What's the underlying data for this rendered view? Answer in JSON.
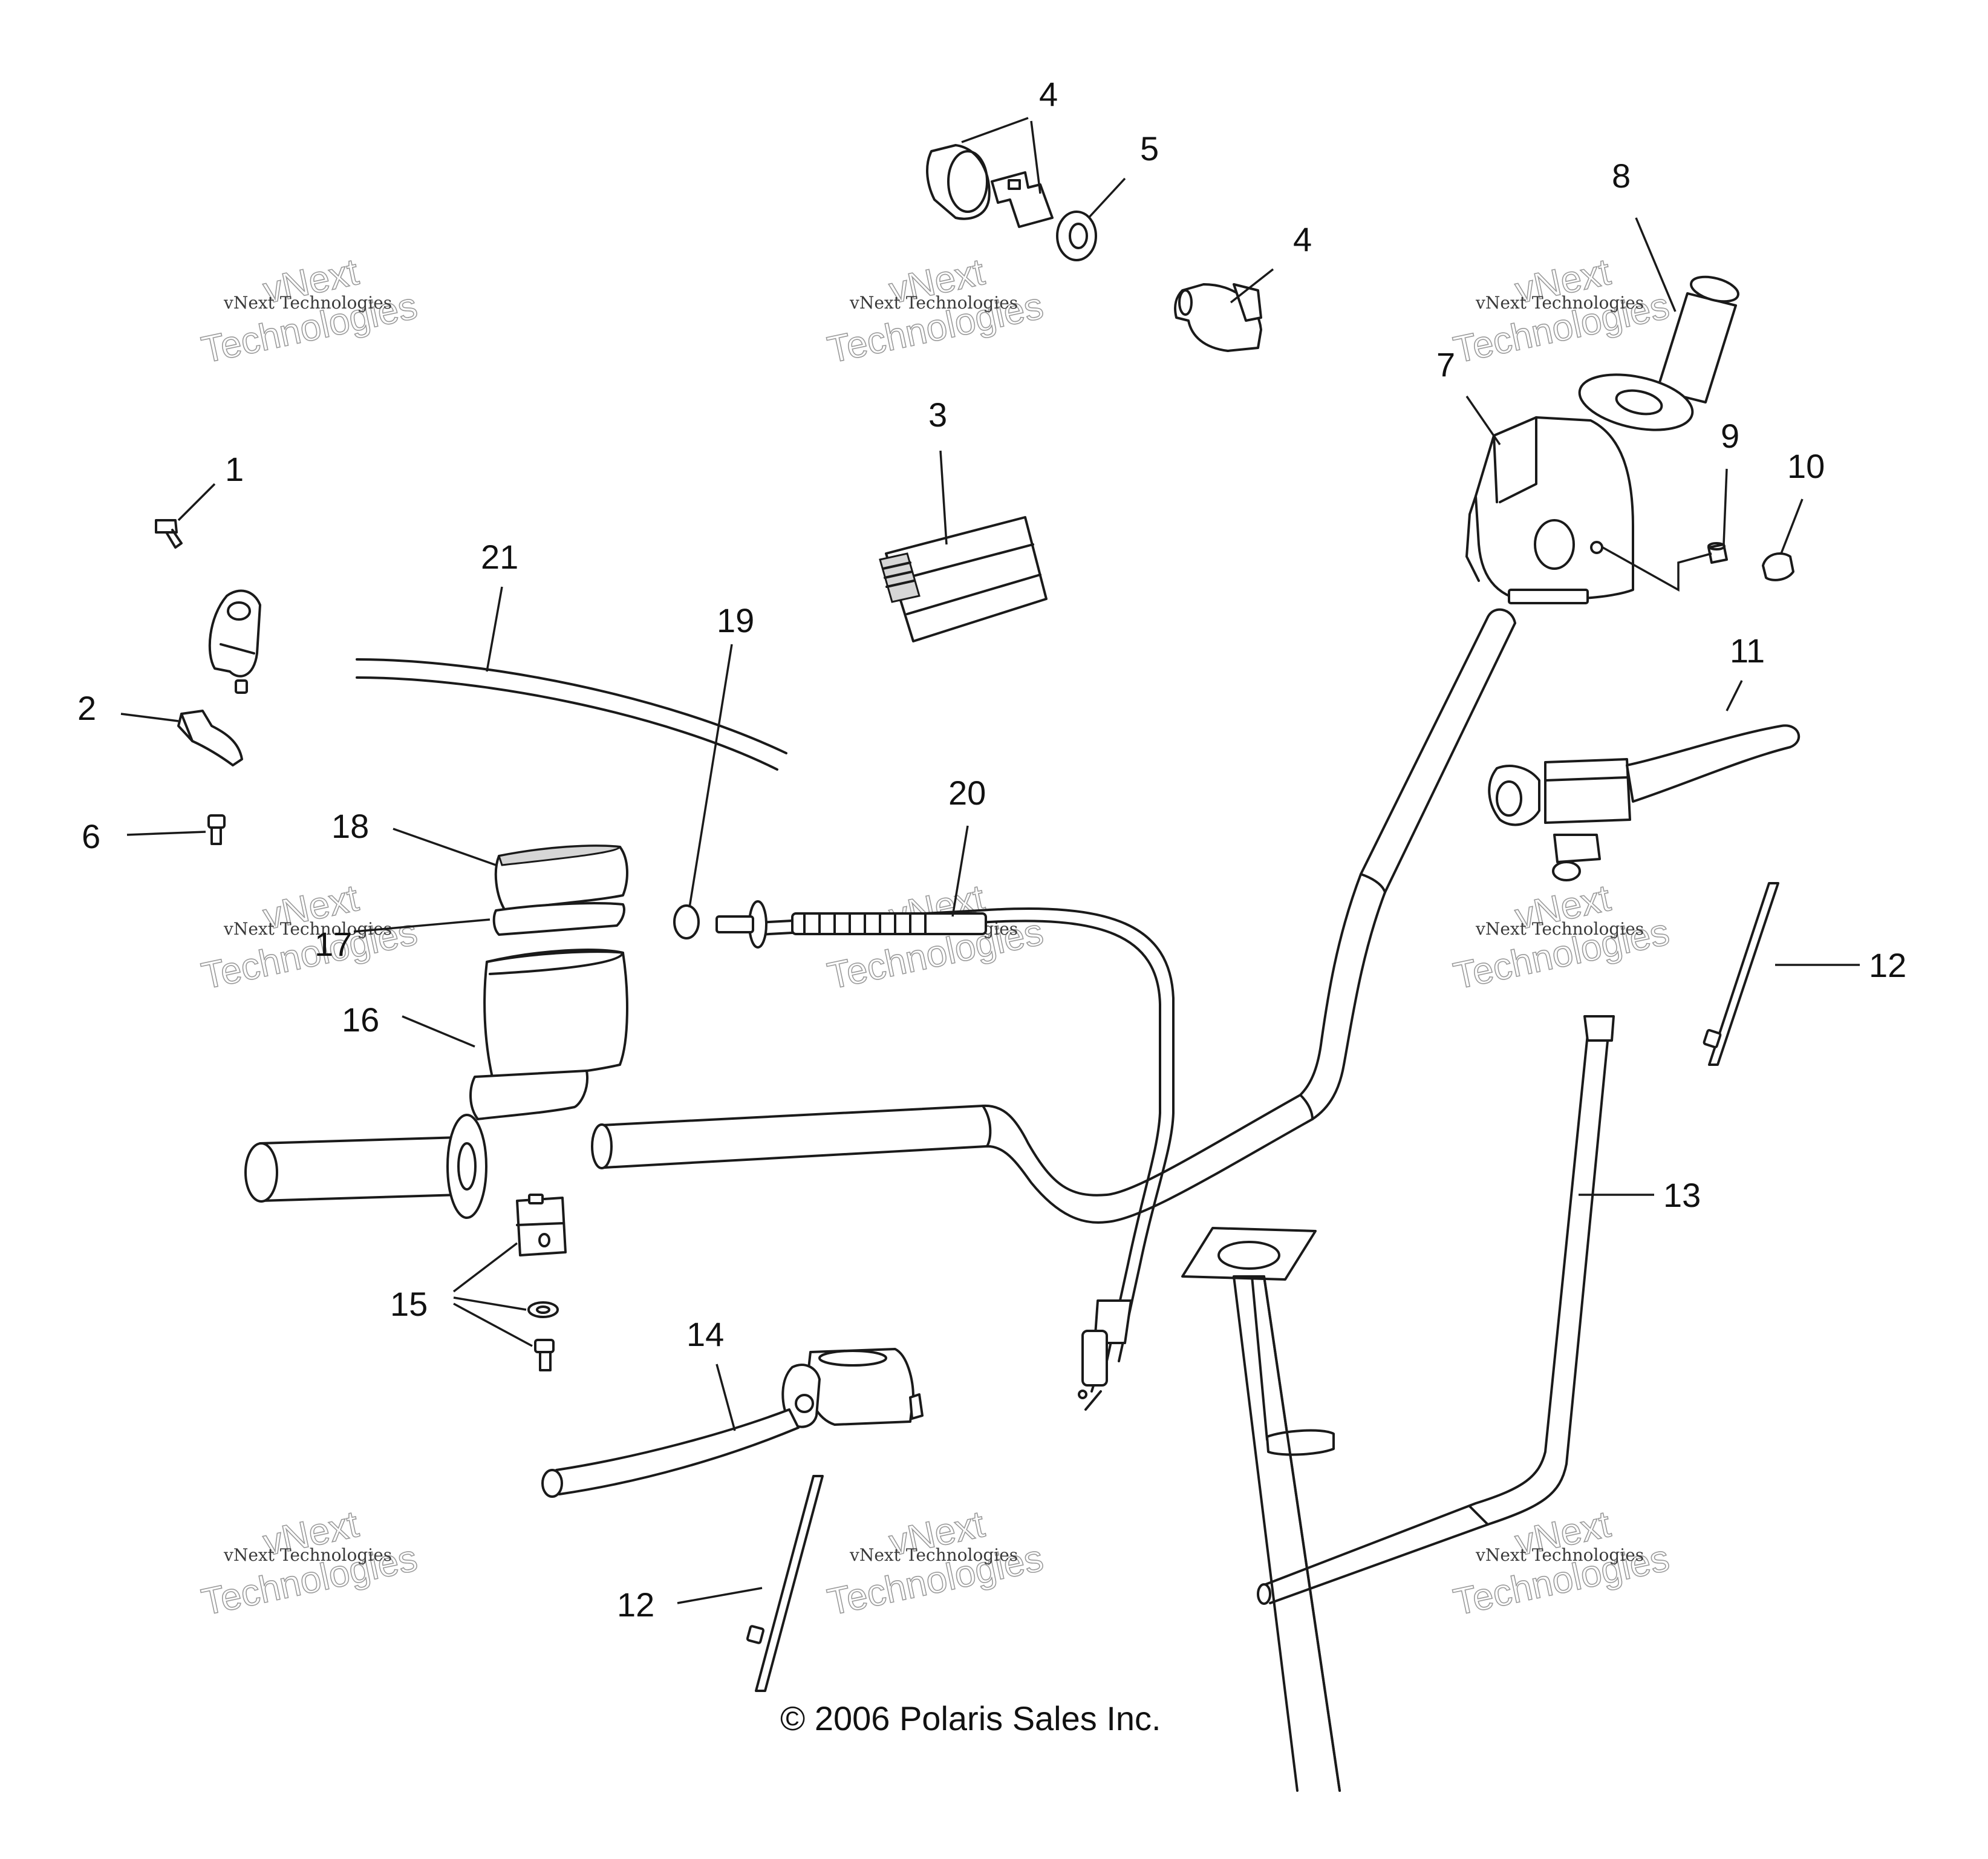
{
  "callouts": {
    "c1": "1",
    "c2": "2",
    "c3": "3",
    "c4a": "4",
    "c4b": "4",
    "c5": "5",
    "c6": "6",
    "c7": "7",
    "c8": "8",
    "c9": "9",
    "c10": "10",
    "c11": "11",
    "c12a": "12",
    "c12b": "12",
    "c13": "13",
    "c14": "14",
    "c15": "15",
    "c16": "16",
    "c17": "17",
    "c18": "18",
    "c19": "19",
    "c20": "20",
    "c21": "21"
  },
  "watermark": {
    "line1": "vNext Technologies",
    "line2": "vNext",
    "line3": "Technologies"
  },
  "copyright": "© 2006 Polaris Sales Inc."
}
